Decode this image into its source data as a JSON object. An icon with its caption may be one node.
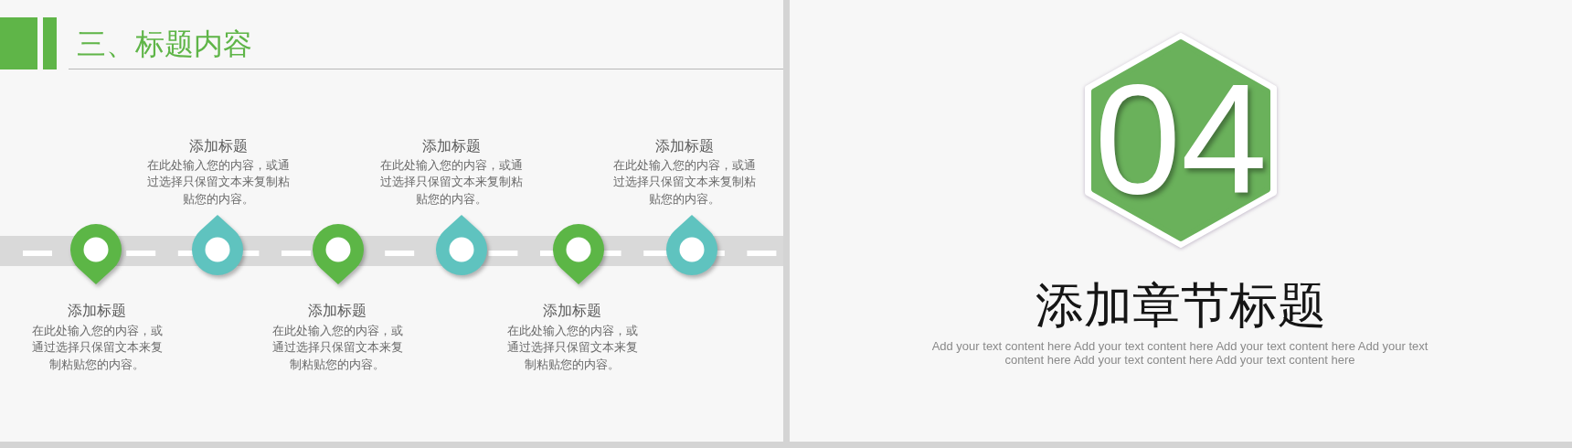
{
  "diagram": {
    "title": "三、标题内容",
    "nodes": [
      {
        "text": [],
        "shape": "pin",
        "beside": [
          "添加标题",
          "在此处输入您的内容，或通过选择只保留文本来复制粘贴您的内容。"
        ]
      },
      {
        "text": [],
        "shape": "pin",
        "beside": [
          "添加标题",
          "在此处输入您的内容，或通过选择只保留文本来复制粘贴您的内容。"
        ]
      },
      {
        "text": [],
        "shape": "pin",
        "beside": [
          "添加标题",
          "在此处输入您的内容，或通过选择只保留文本来复制粘贴您的内容。"
        ]
      },
      {
        "text": [],
        "shape": "pin",
        "beside": [
          "添加标题",
          "在此处输入您的内容，或通过选择只保留文本来复制粘贴您的内容。"
        ]
      },
      {
        "text": [],
        "shape": "pin",
        "beside": [
          "添加标题",
          "在此处输入您的内容，或通过选择只保留文本来复制粘贴您的内容。"
        ]
      },
      {
        "text": [],
        "shape": "pin",
        "beside": [
          "添加标题",
          "在此处输入您的内容，或通过选择只保留文本来复制粘贴您的内容。"
        ]
      },
      {
        "text": [
          "04"
        ],
        "beside": [
          "添加章节标题"
        ]
      }
    ],
    "labels": [
      "Add your text content here Add your text content here Add your text content here Add your text content here Add your text content here Add your text content here"
    ]
  }
}
